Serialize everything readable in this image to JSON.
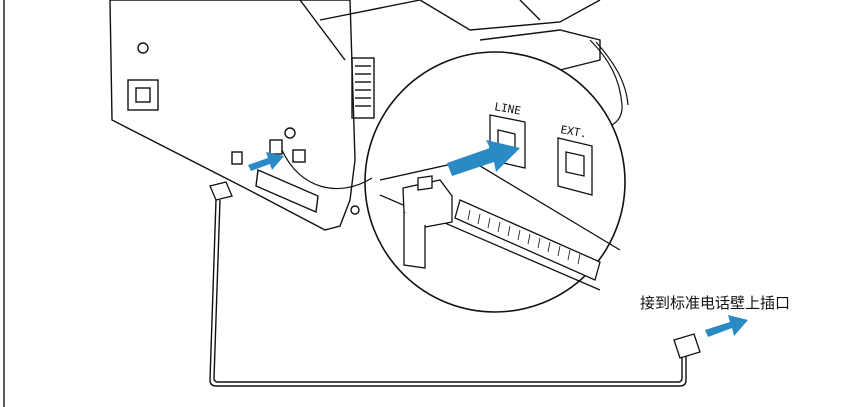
{
  "caption": "接到标准电话壁上插口",
  "ports": {
    "line": "LINE",
    "ext": "EXT."
  },
  "colors": {
    "arrow": "#2a8ac4",
    "line": "#111111",
    "body": "#ffffff"
  },
  "icons": [
    "device-illustration",
    "zoom-circle",
    "phone-jack",
    "insert-arrow",
    "telephone-cord"
  ]
}
